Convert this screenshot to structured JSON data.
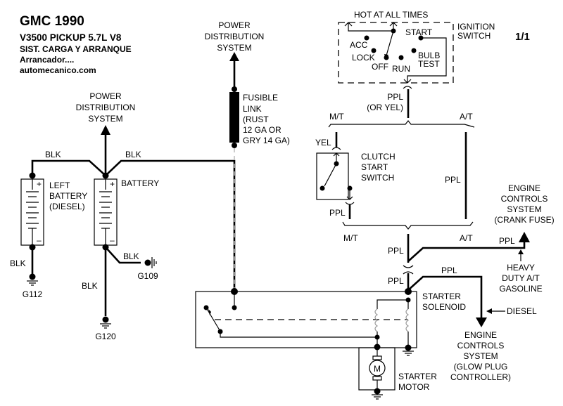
{
  "header": {
    "title": "GMC 1990",
    "model": "V3500 PICKUP  5.7L  V8",
    "system": "SIST. CARGA Y ARRANQUE",
    "subsystem": "Arrancador....",
    "website": "automecanico.com"
  },
  "page_number": "1/1",
  "labels": {
    "pds_left": [
      "POWER",
      "DISTRIBUTION",
      "SYSTEM"
    ],
    "pds_center": [
      "POWER",
      "DISTRIBUTION",
      "SYSTEM"
    ],
    "fusible_link": [
      "FUSIBLE",
      "LINK",
      "(RUST",
      "12 GA OR",
      "GRY 14 GA)"
    ],
    "hot_at_all_times": "HOT AT ALL TIMES",
    "ignition_switch": [
      "IGNITION",
      "SWITCH"
    ],
    "ign_positions": {
      "acc": "ACC",
      "lock": "LOCK",
      "off": "OFF",
      "run": "RUN",
      "start": "START",
      "bulb_test": [
        "BULB",
        "TEST"
      ]
    },
    "ign_wire": [
      "PPL",
      "(OR YEL)"
    ],
    "mt_top": "M/T",
    "at_top": "A/T",
    "mt_bottom": "M/T",
    "at_bottom": "A/T",
    "yel": "YEL",
    "clutch_switch": [
      "CLUTCH",
      "START",
      "SWITCH"
    ],
    "clutch_out_wire": "PPL",
    "at_wire": "PPL",
    "ppl_upper": "PPL",
    "ppl_lower": "PPL",
    "ppl_crank": "PPL",
    "ppl_glow": "PPL",
    "ecs_crank": [
      "ENGINE",
      "CONTROLS",
      "SYSTEM",
      "(CRANK FUSE)"
    ],
    "heavy_duty": [
      "HEAVY",
      "DUTY A/T",
      "GASOLINE"
    ],
    "diesel": "DIESEL",
    "ecs_glow": [
      "ENGINE",
      "CONTROLS",
      "SYSTEM",
      "(GLOW PLUG",
      "CONTROLLER)"
    ],
    "starter_solenoid": [
      "STARTER",
      "SOLENOID"
    ],
    "starter_motor": [
      "STARTER",
      "MOTOR"
    ],
    "motor_symbol": "M",
    "blk_left_top": "BLK",
    "blk_right_top": "BLK",
    "left_battery": [
      "LEFT",
      "BATTERY",
      "(DIESEL)"
    ],
    "battery": "BATTERY",
    "blk_g112": "BLK",
    "blk_g120": "BLK",
    "blk_g109": "BLK",
    "g112": "G112",
    "g120": "G120",
    "g109": "G109",
    "plus": "+",
    "minus": "–"
  }
}
